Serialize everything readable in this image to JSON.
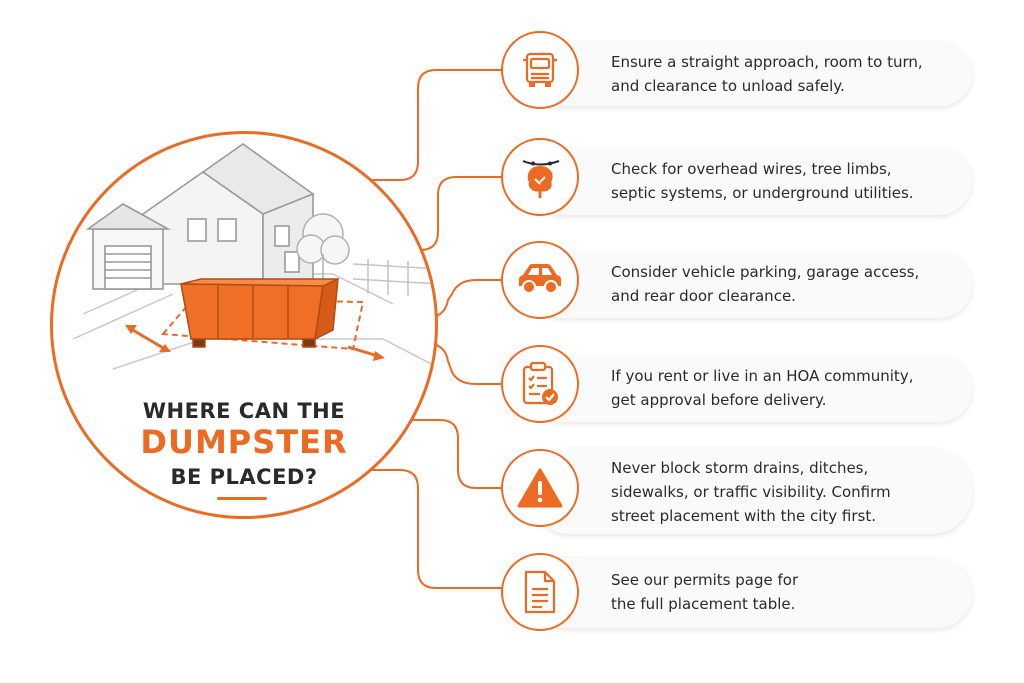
{
  "hero": {
    "title_line1": "WHERE CAN THE",
    "title_line2": "DUMPSTER",
    "title_line3": "BE PLACED?"
  },
  "tips": [
    {
      "icon": "truck-icon",
      "lines": [
        "Ensure a straight approach, room to turn,",
        "and clearance to unload safely."
      ]
    },
    {
      "icon": "tree-icon",
      "lines": [
        "Check for overhead wires, tree limbs,",
        "septic systems, or underground utilities."
      ]
    },
    {
      "icon": "car-icon",
      "lines": [
        "Consider vehicle parking, garage access,",
        "and rear door clearance."
      ]
    },
    {
      "icon": "clipboard-check-icon",
      "lines": [
        "If you rent or live in an HOA community,",
        "get approval before delivery."
      ]
    },
    {
      "icon": "warning-icon",
      "lines": [
        "Never block storm drains, ditches,",
        "sidewalks, or traffic visibility. Confirm",
        "street placement with the city first."
      ]
    },
    {
      "icon": "document-icon",
      "lines": [
        "See our permits page for",
        "the full placement table."
      ]
    }
  ],
  "colors": {
    "accent": "#ec6a22",
    "text": "#2b2b2b",
    "card": "#fafafa"
  }
}
